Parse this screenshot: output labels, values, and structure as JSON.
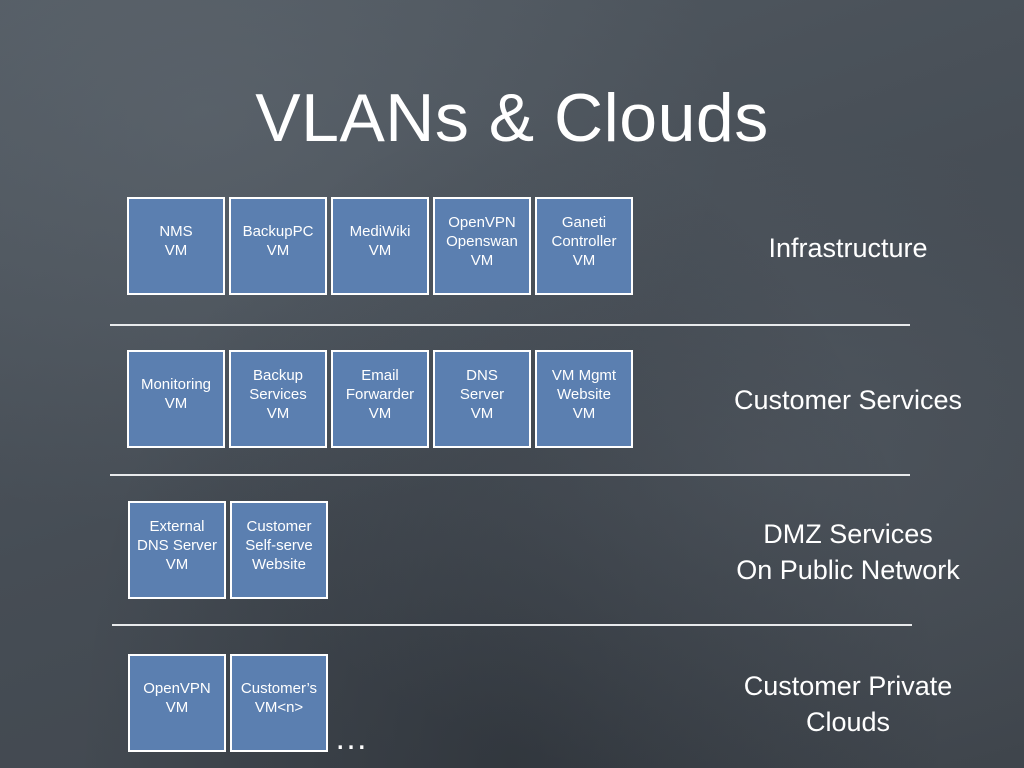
{
  "title": "VLANs & Clouds",
  "tiers": [
    {
      "label_lines": [
        "Infrastructure"
      ],
      "boxes": [
        [
          "NMS",
          "VM"
        ],
        [
          "BackupPC",
          "VM"
        ],
        [
          "MediWiki",
          "VM"
        ],
        [
          "OpenVPN",
          "Openswan",
          "VM"
        ],
        [
          "Ganeti",
          "Controller",
          "VM"
        ]
      ]
    },
    {
      "label_lines": [
        "Customer Services"
      ],
      "boxes": [
        [
          "Monitoring",
          "VM"
        ],
        [
          "Backup",
          "Services",
          "VM"
        ],
        [
          "Email",
          "Forwarder",
          "VM"
        ],
        [
          "DNS",
          "Server",
          "VM"
        ],
        [
          "VM Mgmt",
          "Website",
          "VM"
        ]
      ]
    },
    {
      "label_lines": [
        "DMZ Services",
        "On Public Network"
      ],
      "boxes": [
        [
          "External",
          "DNS Server",
          "VM"
        ],
        [
          "Customer",
          "Self-serve",
          "Website"
        ]
      ]
    },
    {
      "label_lines": [
        "Customer Private",
        "Clouds"
      ],
      "boxes": [
        [
          "OpenVPN",
          "VM"
        ],
        [
          "Customer’s",
          "VM<n>"
        ]
      ]
    }
  ],
  "continuation": "…",
  "colors": {
    "box_fill": "#5b7fb0",
    "box_border": "#ffffff",
    "background": "#4a5158",
    "text": "#ffffff"
  }
}
